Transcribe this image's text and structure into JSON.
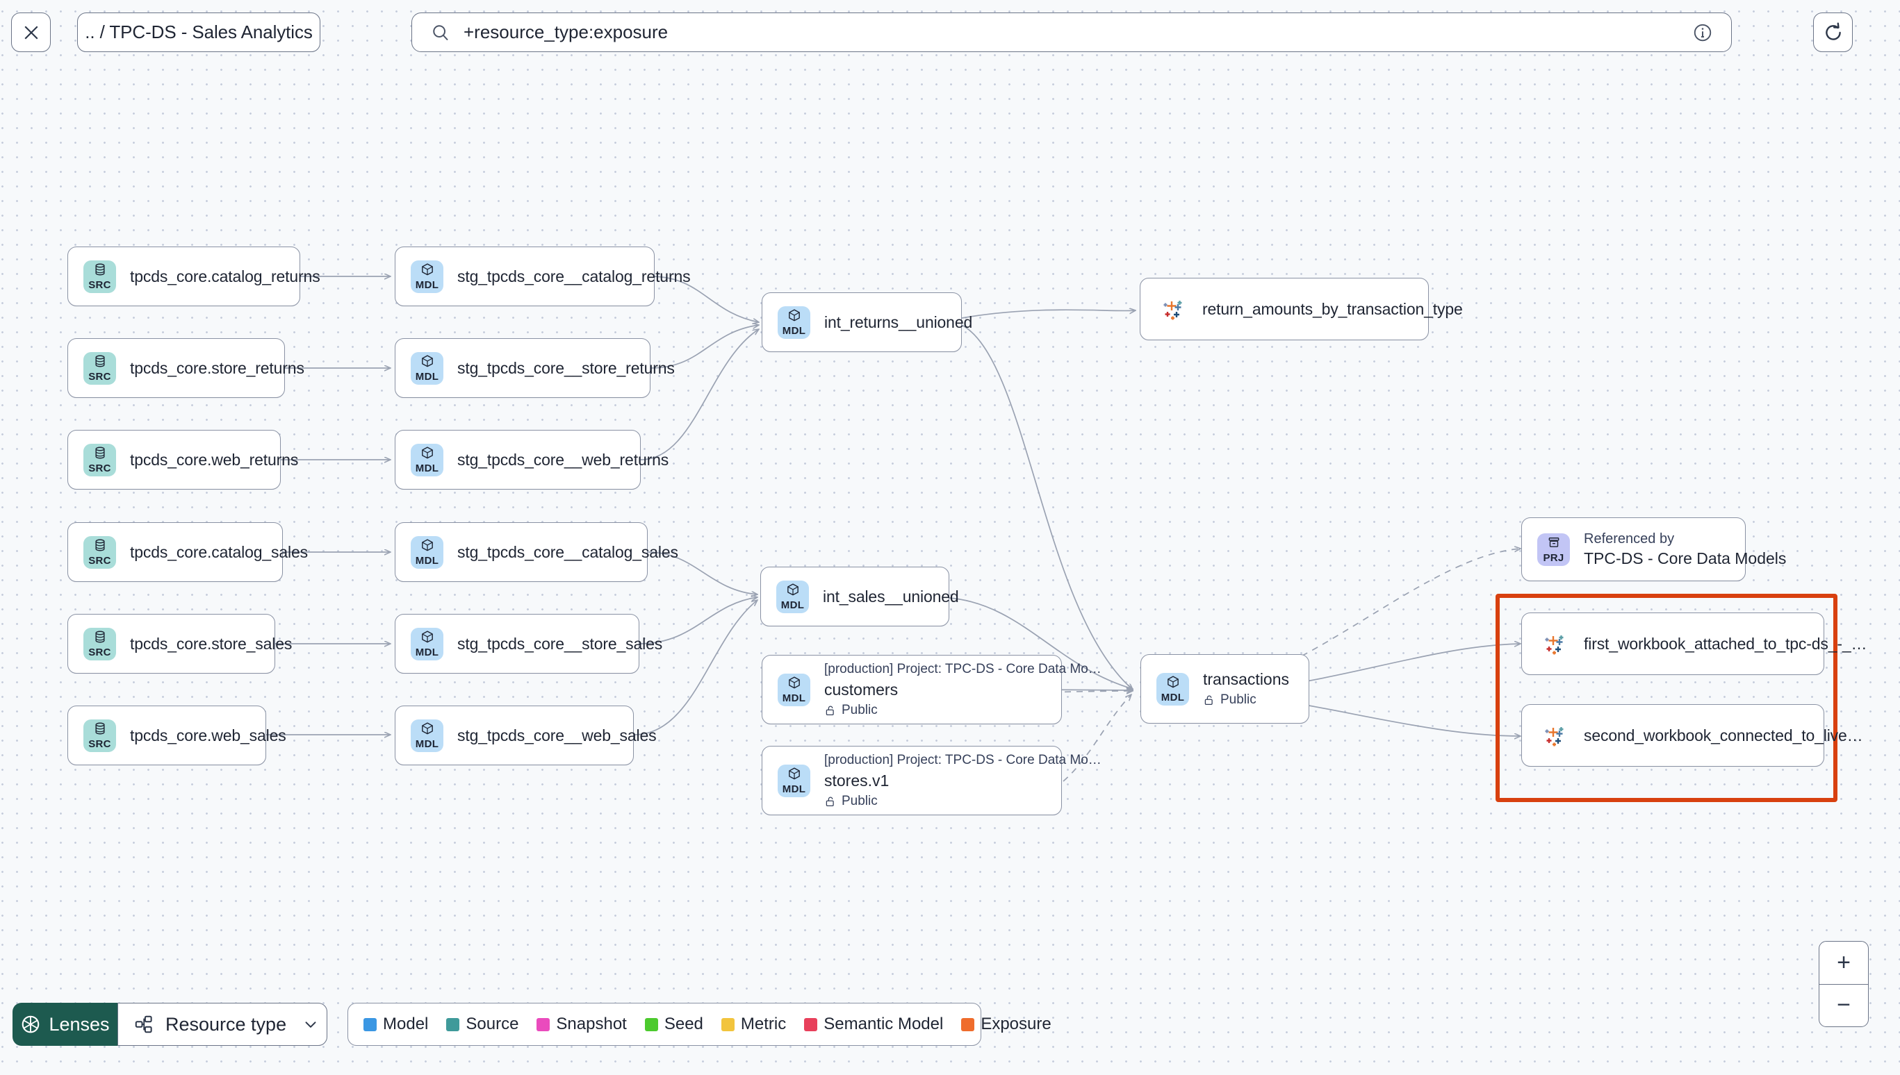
{
  "topbar": {
    "close_icon": "close-icon",
    "breadcrumb": ".. / TPC-DS - Sales Analytics",
    "search": {
      "icon": "search-icon",
      "value": "+resource_type:exposure"
    },
    "info_icon": "info-icon",
    "refresh_icon": "refresh-icon"
  },
  "graph": {
    "nodes": [
      {
        "id": "src-catalog-returns",
        "badge": "SRC",
        "type": "source",
        "label": "tpcds_core.catalog_returns"
      },
      {
        "id": "src-store-returns",
        "badge": "SRC",
        "type": "source",
        "label": "tpcds_core.store_returns"
      },
      {
        "id": "src-web-returns",
        "badge": "SRC",
        "type": "source",
        "label": "tpcds_core.web_returns"
      },
      {
        "id": "src-catalog-sales",
        "badge": "SRC",
        "type": "source",
        "label": "tpcds_core.catalog_sales"
      },
      {
        "id": "src-store-sales",
        "badge": "SRC",
        "type": "source",
        "label": "tpcds_core.store_sales"
      },
      {
        "id": "src-web-sales",
        "badge": "SRC",
        "type": "source",
        "label": "tpcds_core.web_sales"
      },
      {
        "id": "stg-catalog-returns",
        "badge": "MDL",
        "type": "model",
        "label": "stg_tpcds_core__catalog_returns"
      },
      {
        "id": "stg-store-returns",
        "badge": "MDL",
        "type": "model",
        "label": "stg_tpcds_core__store_returns"
      },
      {
        "id": "stg-web-returns",
        "badge": "MDL",
        "type": "model",
        "label": "stg_tpcds_core__web_returns"
      },
      {
        "id": "stg-catalog-sales",
        "badge": "MDL",
        "type": "model",
        "label": "stg_tpcds_core__catalog_sales"
      },
      {
        "id": "stg-store-sales",
        "badge": "MDL",
        "type": "model",
        "label": "stg_tpcds_core__store_sales"
      },
      {
        "id": "stg-web-sales",
        "badge": "MDL",
        "type": "model",
        "label": "stg_tpcds_core__web_sales"
      },
      {
        "id": "int-returns-unioned",
        "badge": "MDL",
        "type": "model",
        "label": "int_returns__unioned"
      },
      {
        "id": "int-sales-unioned",
        "badge": "MDL",
        "type": "model",
        "label": "int_sales__unioned"
      },
      {
        "id": "customers",
        "badge": "MDL",
        "type": "model",
        "project": "[production] Project: TPC-DS - Core Data Mo…",
        "label": "customers",
        "access": "Public",
        "access_icon": "unlock-icon"
      },
      {
        "id": "stores-v1",
        "badge": "MDL",
        "type": "model",
        "project": "[production] Project: TPC-DS - Core Data Mo…",
        "label": "stores.v1",
        "access": "Public",
        "access_icon": "unlock-icon"
      },
      {
        "id": "transactions",
        "badge": "MDL",
        "type": "model",
        "label": "transactions",
        "access": "Public",
        "access_icon": "unlock-icon"
      },
      {
        "id": "return-amounts",
        "badge": "EXPOSURE",
        "type": "exposure",
        "label": "return_amounts_by_transaction_type"
      },
      {
        "id": "referenced-by-project",
        "badge": "PRJ",
        "type": "project",
        "top": "Referenced by",
        "label": "TPC-DS - Core Data Models"
      },
      {
        "id": "first-workbook",
        "badge": "EXPOSURE",
        "type": "exposure",
        "label": "first_workbook_attached_to_tpc-ds_-_…"
      },
      {
        "id": "second-workbook",
        "badge": "EXPOSURE",
        "type": "exposure",
        "label": "second_workbook_connected_to_live…"
      }
    ],
    "highlight_color": "#d8400f"
  },
  "bottombar": {
    "lenses_label": "Lenses",
    "lenses_icon": "aperture-icon",
    "resource_type_label": "Resource type",
    "resource_type_icon": "nodes-icon",
    "chevron_icon": "chevron-down-icon",
    "legend": [
      {
        "label": "Model",
        "color": "#3b97e3"
      },
      {
        "label": "Source",
        "color": "#3f9a9a"
      },
      {
        "label": "Snapshot",
        "color": "#ea4bbd"
      },
      {
        "label": "Seed",
        "color": "#4cca2e"
      },
      {
        "label": "Metric",
        "color": "#f2c battle"
      },
      {
        "label": "Semantic Model",
        "color": "#e8405b"
      },
      {
        "label": "Exposure",
        "color": "#ef6c2c"
      }
    ]
  },
  "zoom_controls": {
    "zoom_in": "+",
    "zoom_out": "−"
  }
}
